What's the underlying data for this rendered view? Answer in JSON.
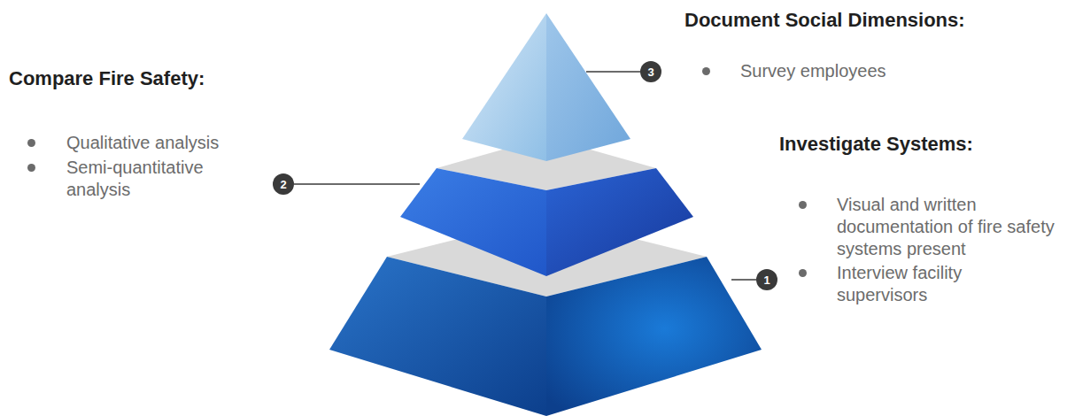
{
  "diagram": {
    "nodes": [
      {
        "text": [
          "3"
        ]
      },
      {
        "text": [
          "2"
        ]
      },
      {
        "text": [
          "1"
        ]
      }
    ],
    "labels": [
      "Document Social Dimensions:",
      "Survey employees",
      "Compare Fire Safety:",
      "Qualitative analysis",
      "Semi-quantitative analysis",
      "Investigate Systems:",
      "Visual and written documentation of fire safety systems present",
      "Interview facility supervisors"
    ]
  }
}
